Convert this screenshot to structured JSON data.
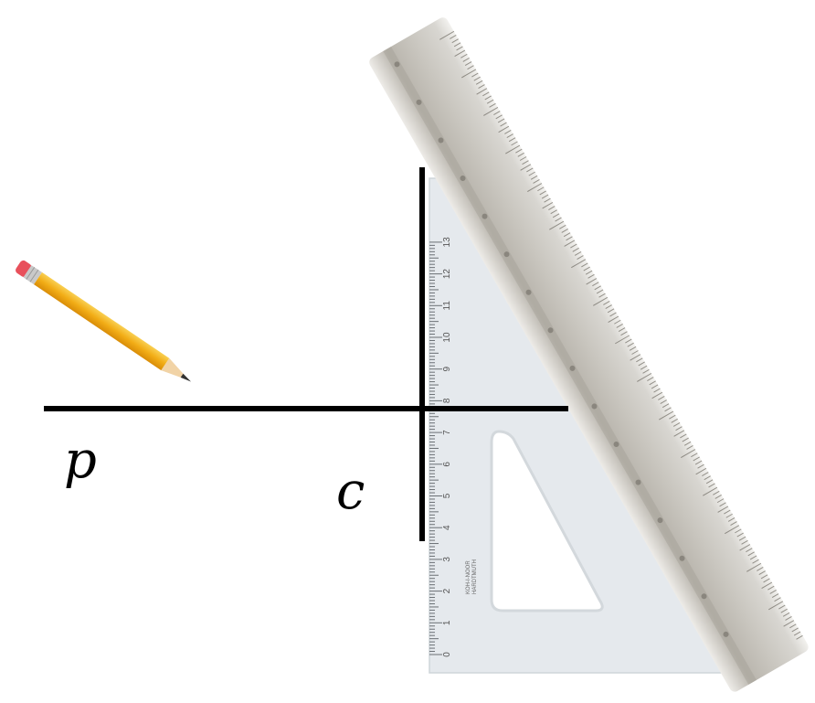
{
  "labels": {
    "line_p": "p",
    "line_c": "c"
  },
  "set_square": {
    "scale_numbers": [
      "0",
      "1",
      "2",
      "3",
      "4",
      "5",
      "6",
      "7",
      "8",
      "9",
      "10",
      "11",
      "12",
      "13"
    ],
    "brand_line_1": "KOH-I-NOOR",
    "brand_line_2": "HARDTMUTH"
  },
  "colors": {
    "line": "#000000",
    "set_square_fill": "#e6eaee",
    "ruler_fill": "#c8c5bd",
    "pencil_body": "#f2b21c",
    "pencil_eraser": "#e8505b"
  }
}
